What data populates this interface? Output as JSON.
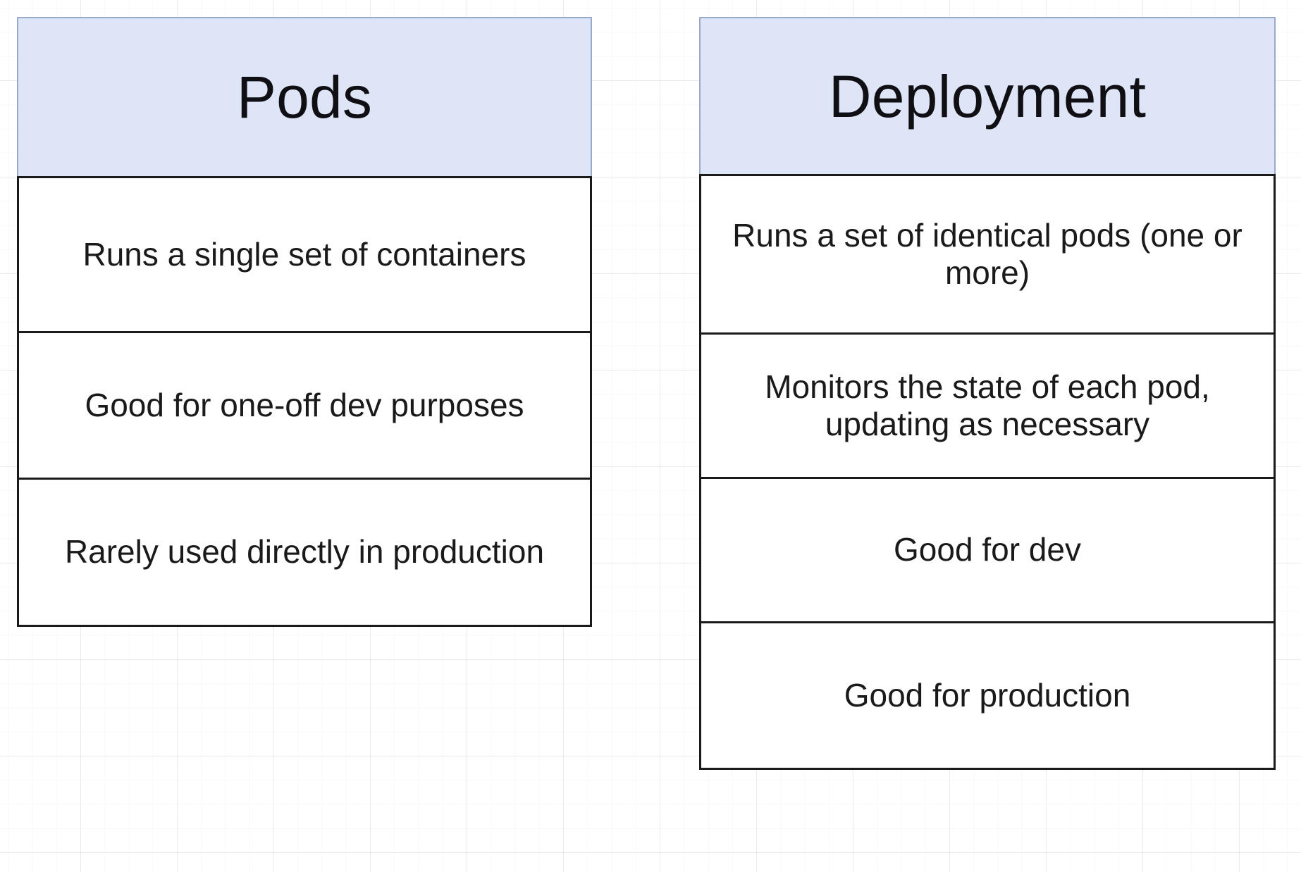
{
  "canvas": {
    "background_color": "#ffffff",
    "grid": "faint-square-grid",
    "grid_minor_color": "#f2f2f2",
    "grid_major_color": "#e8e8e8"
  },
  "style": {
    "header_fill": "#dde5f7",
    "header_border": "#9aabc9",
    "cell_fill": "#ffffff",
    "cell_border": "#1a1a1a",
    "text_color": "#1a1a1a"
  },
  "tables": [
    {
      "id": "pods",
      "header": "Pods",
      "rows": [
        "Runs a single set of containers",
        "Good for one-off dev purposes",
        "Rarely used directly in production"
      ]
    },
    {
      "id": "deployment",
      "header": "Deployment",
      "rows": [
        "Runs a set of identical pods (one or more)",
        "Monitors the state of each pod, updating as necessary",
        "Good for dev",
        "Good for production"
      ]
    }
  ]
}
